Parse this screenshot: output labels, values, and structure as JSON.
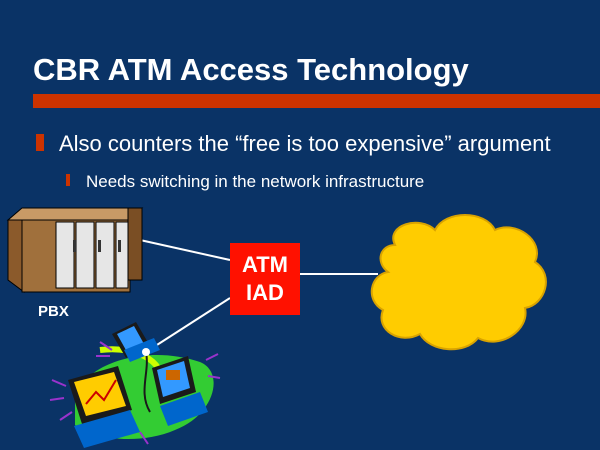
{
  "slide": {
    "title": "CBR ATM Access Technology",
    "bullets": [
      {
        "level": 1,
        "text": "Also counters the “free is too expensive” argument"
      },
      {
        "level": 2,
        "text": "Needs switching in the network infrastructure"
      }
    ]
  },
  "diagram": {
    "pbx_label": "PBX",
    "iad_lines": [
      "ATM",
      "IAD"
    ],
    "icons": [
      "pbx-cabinet-icon",
      "computer-workstations-icon",
      "network-cloud-icon"
    ]
  },
  "colors": {
    "background": "#0a3366",
    "accent": "#cc3300",
    "iad_box": "#ff1100",
    "cloud": "#ffcc00",
    "text": "#ffffff"
  }
}
